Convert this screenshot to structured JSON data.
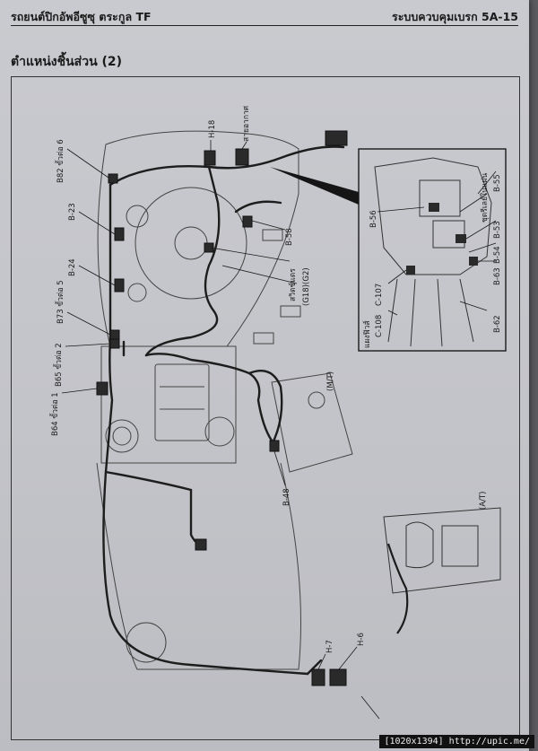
{
  "header": {
    "left": "รถยนต์ปิกอัพอีซูซุ ตระกูล TF",
    "right": "ระบบควบคุมเบรก 5A-15"
  },
  "section_title": "ตำแหน่งชิ้นส่วน (2)",
  "labels": {
    "b82": "B82 ขั้วต่อ 6",
    "b23": "B-23",
    "b24": "B-24",
    "b73": "B73 ขั้วต่อ 5",
    "b65": "B65 ขั้วต่อ 2",
    "b64": "B64 ขั้วต่อ 1",
    "h18": "H-18",
    "antenna": "สายอากาศ",
    "b58": "B-58",
    "stop_switch": "สวิตช์แตร",
    "g18g2": "(G18)(G2)",
    "mt": "(M/T)",
    "b48": "B-48",
    "b56": "B-56",
    "b55": "B-55",
    "relay": "ชุดรีเลย์ในแผ่น",
    "b53": "B-53",
    "b54": "B-54",
    "b63": "B-63",
    "c107": "C-107",
    "c108": "C-108",
    "panel": "แผงฟิวส์",
    "b62": "B-62",
    "at": "(A/T)",
    "h7": "H-7",
    "h6": "H-6"
  },
  "watermark": "[1020x1394] http://upic.me/"
}
